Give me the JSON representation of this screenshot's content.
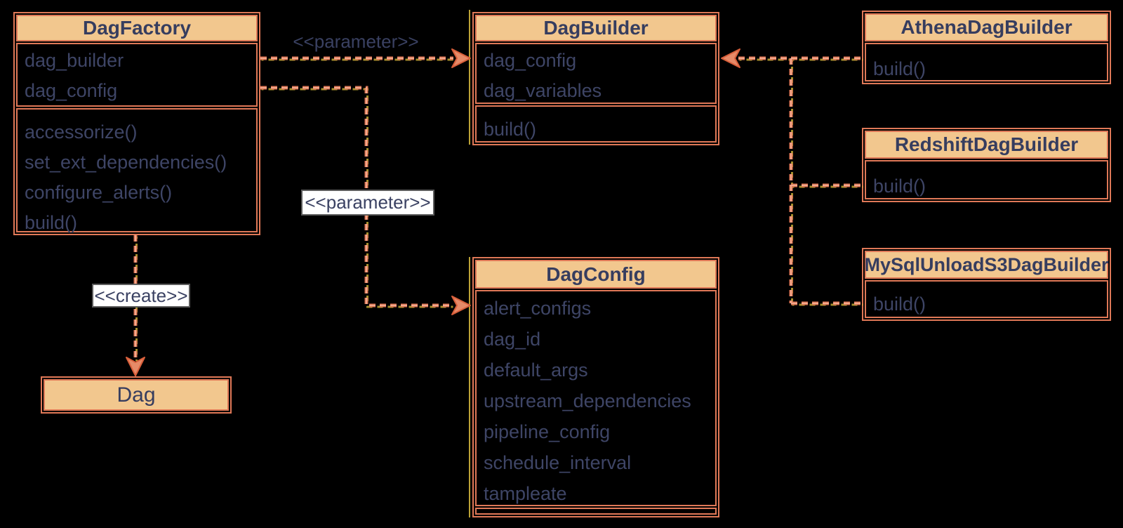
{
  "diagram": {
    "title": "DAG factory UML class diagram",
    "colors": {
      "background": "#000000",
      "box_border": "#DF7857",
      "header_fill": "#F2C78E",
      "text": "#3E4566",
      "edge_line": "#DF7857",
      "edge_halo": "#E8CB43",
      "label_background": "#FFFFFF"
    },
    "classes": [
      {
        "name": "DagFactory",
        "attributes": [
          "dag_builder",
          "dag_config"
        ],
        "methods": [
          "accessorize()",
          "set_ext_dependencies()",
          "configure_alerts()",
          "build()"
        ]
      },
      {
        "name": "DagBuilder",
        "attributes": [
          "dag_config",
          "dag_variables"
        ],
        "methods": [
          "build()"
        ]
      },
      {
        "name": "AthenaDagBuilder",
        "attributes": [],
        "methods": [
          "build()"
        ]
      },
      {
        "name": "RedshiftDagBuilder",
        "attributes": [],
        "methods": [
          "build()"
        ]
      },
      {
        "name": "MySqlUnloadS3DagBuilder",
        "attributes": [],
        "methods": [
          "build()"
        ]
      },
      {
        "name": "DagConfig",
        "attributes": [
          "alert_configs",
          "dag_id",
          "default_args",
          "upstream_dependencies",
          "pipeline_config",
          "schedule_interval",
          "tampleate"
        ],
        "methods": []
      },
      {
        "name": "Dag",
        "attributes": [],
        "methods": []
      }
    ],
    "edges": [
      {
        "from": "DagFactory",
        "to": "DagBuilder",
        "label": "<<parameter>>"
      },
      {
        "from": "DagFactory",
        "to": "DagConfig",
        "label": "<<parameter>>"
      },
      {
        "from": "DagFactory",
        "to": "Dag",
        "label": "<<create>>"
      },
      {
        "from": "AthenaDagBuilder",
        "to": "DagBuilder",
        "label": ""
      },
      {
        "from": "RedshiftDagBuilder",
        "to": "DagBuilder",
        "label": ""
      },
      {
        "from": "MySqlUnloadS3DagBuilder",
        "to": "DagBuilder",
        "label": ""
      }
    ]
  }
}
